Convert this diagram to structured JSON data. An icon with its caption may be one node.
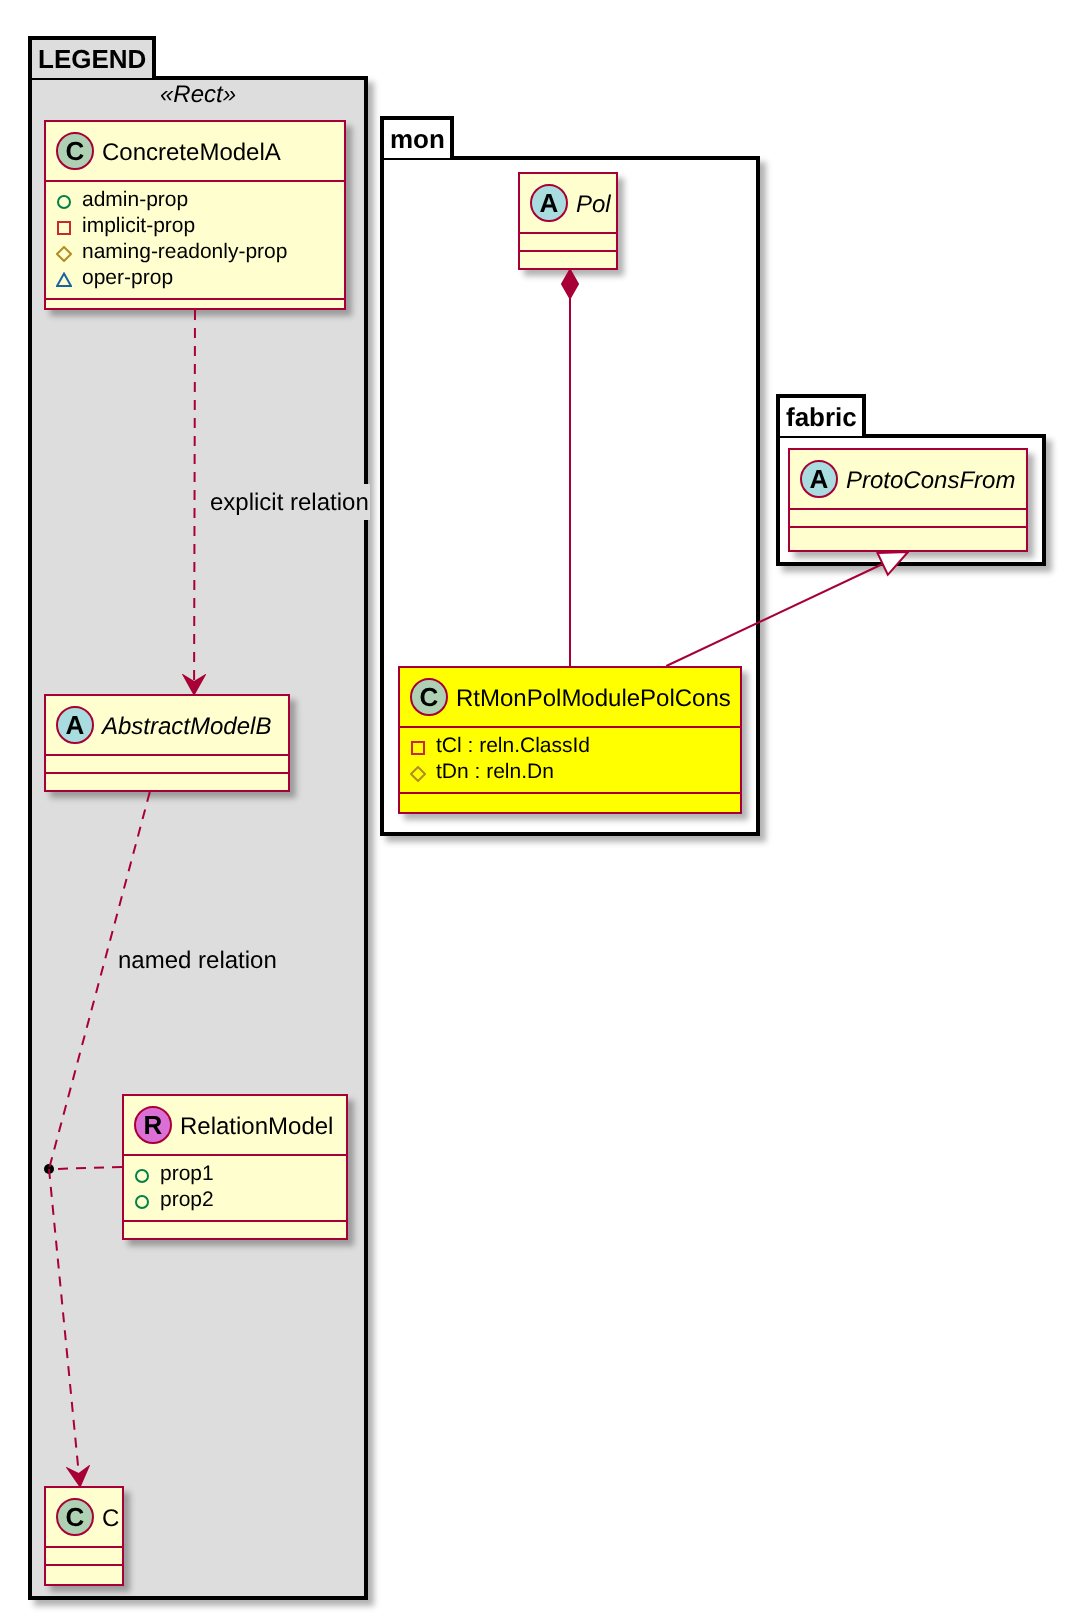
{
  "diagram": {
    "nodes": [
      {
        "text": [
          "LEGEND",
          "«Rect»"
        ]
      },
      {
        "text": [
          "C",
          "ConcreteModelA",
          "admin-prop",
          "implicit-prop",
          "naming-readonly-prop",
          "oper-prop"
        ],
        "in": 0
      },
      {
        "text": [
          "A",
          "AbstractModelB"
        ],
        "in": 0
      },
      {
        "text": [],
        "shape": "dot",
        "in": 0
      },
      {
        "text": [
          "R",
          "RelationModel",
          "prop1",
          "prop2"
        ],
        "in": 0
      },
      {
        "text": [
          "C",
          "C"
        ],
        "in": 0
      },
      {
        "text": [
          "mon"
        ]
      },
      {
        "text": [
          "A",
          "Pol"
        ],
        "in": 6
      },
      {
        "text": [
          "C",
          "RtMonPolModulePolCons",
          "tCl : reln.ClassId",
          "tDn : reln.Dn"
        ],
        "in": 6
      },
      {
        "text": [
          "fabric"
        ]
      },
      {
        "text": [
          "A",
          "ProtoConsFrom"
        ],
        "in": 9
      }
    ],
    "edges": [
      {
        "from": 1,
        "to": 2,
        "arrow": "to",
        "style": "dashed",
        "label": "explicit relation"
      },
      {
        "from": 2,
        "to": 3,
        "arrow": "none",
        "style": "dashed",
        "label": "named relation"
      },
      {
        "from": 3,
        "to": 5,
        "arrow": "to",
        "style": "dashed"
      },
      {
        "from": 4,
        "to": 3,
        "arrow": "none",
        "style": "dashed"
      },
      {
        "from": 8,
        "to": 7,
        "arrow": "other"
      },
      {
        "from": 8,
        "to": 10,
        "arrow": "to"
      }
    ]
  }
}
